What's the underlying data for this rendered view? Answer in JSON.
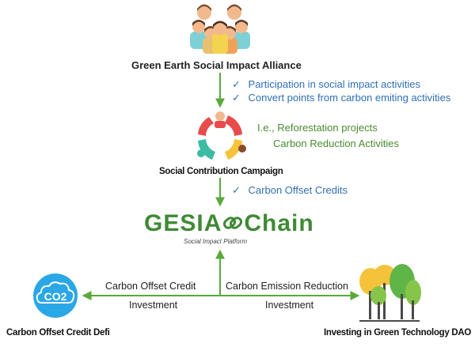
{
  "top_node": {
    "label": "Green Earth Social Impact Alliance",
    "icon": "people-group-icon"
  },
  "arrow1_notes": [
    "Participation in social impact activities",
    "Convert points from carbon emiting activities"
  ],
  "check_mark": "✓",
  "campaign": {
    "label": "Social Contribution Campaign",
    "icon": "people-circle-icon",
    "examples": [
      "I.e., Reforestation projects",
      "Carbon Reduction Activities"
    ]
  },
  "arrow2_note": "Carbon Offset Credits",
  "platform": {
    "name_left": "GESIA",
    "name_right": "Chain",
    "tagline": "Social Impact Platform",
    "link_icon": "chain-link-icon"
  },
  "left_branch": {
    "top_label": "Carbon Offset Credit",
    "bottom_label": "Investment"
  },
  "right_branch": {
    "top_label": "Carbon Emission Reduction",
    "bottom_label": "Investment"
  },
  "left_node": {
    "label": "Carbon Offset Credit Defi",
    "icon": "co2-cloud-icon",
    "icon_text": "CO2"
  },
  "right_node": {
    "label": "Investing in Green Technology DAO",
    "icon": "trees-icon"
  },
  "colors": {
    "accent_green": "#5aa83a",
    "text_blue": "#2f6fb3",
    "cloud_blue": "#2aa7e6"
  }
}
